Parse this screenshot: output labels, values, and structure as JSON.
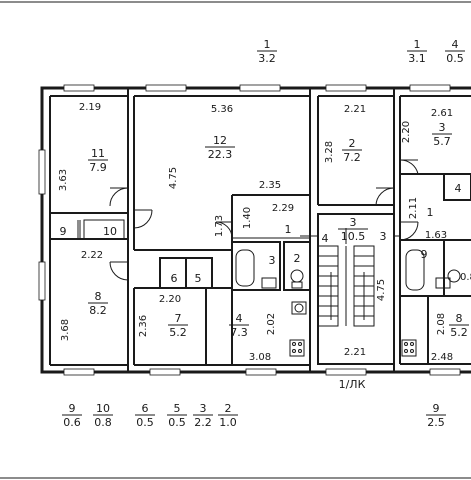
{
  "exterior_labels": [
    {
      "num": "1",
      "area": "3.2"
    },
    {
      "num": "1",
      "area": "3.1"
    },
    {
      "num": "4",
      "area": "0.5"
    }
  ],
  "bottom_labels": [
    {
      "num": "9",
      "area": "0.6"
    },
    {
      "num": "10",
      "area": "0.8"
    },
    {
      "num": "6",
      "area": "0.5"
    },
    {
      "num": "5",
      "area": "0.5"
    },
    {
      "num": "3",
      "area": "2.2"
    },
    {
      "num": "2",
      "area": "1.0"
    },
    {
      "num": "9",
      "area": "2.5"
    }
  ],
  "rooms": [
    {
      "num": "11",
      "area": "7.9"
    },
    {
      "num": "12",
      "area": "22.3"
    },
    {
      "num": "2",
      "area": "7.2"
    },
    {
      "num": "3",
      "area": "5.7"
    },
    {
      "num": "8",
      "area": "8.2"
    },
    {
      "num": "7",
      "area": "5.2"
    },
    {
      "num": "4",
      "area": "7.3"
    },
    {
      "num": "3",
      "area": "10.5"
    },
    {
      "num": "8",
      "area": "5.2"
    }
  ],
  "dimensions": [
    "2.19",
    "5.36",
    "2.21",
    "2.61",
    "3.63",
    "4.75",
    "3.28",
    "2.20",
    "2.35",
    "2.29",
    "1.73",
    "1.40",
    "2.11",
    "1.63",
    "2.22",
    "2.20",
    "2.36",
    "3.68",
    "2.02",
    "4.75",
    "3.08",
    "2.21",
    "2.08",
    "2.48",
    "0.8"
  ],
  "small_labels": [
    "9",
    "10",
    "6",
    "5",
    "1",
    "3",
    "2",
    "4",
    "3",
    "1",
    "9",
    "4"
  ],
  "entrance_label": "1/ЛК"
}
